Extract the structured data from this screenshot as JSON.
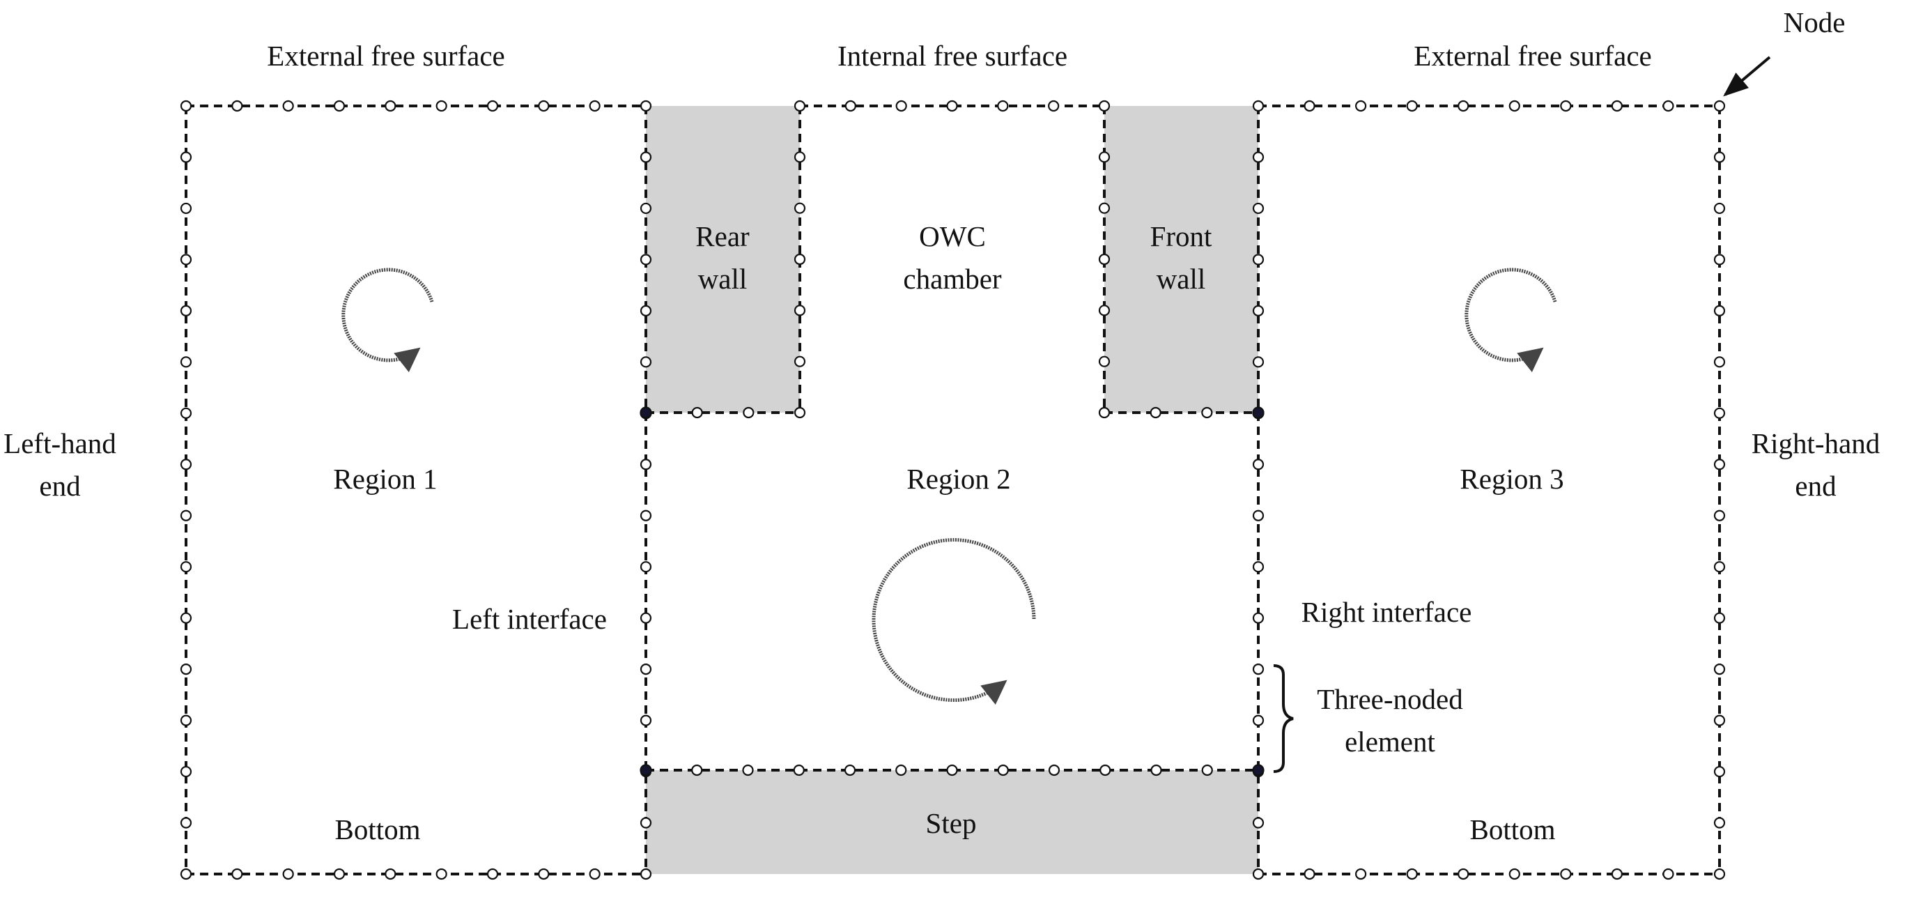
{
  "labels": {
    "ext_free_surface_left": "External free surface",
    "int_free_surface": "Internal free surface",
    "ext_free_surface_right": "External free surface",
    "node": "Node",
    "rear_wall_1": "Rear",
    "rear_wall_2": "wall",
    "owc_1": "OWC",
    "owc_2": "chamber",
    "front_wall_1": "Front",
    "front_wall_2": "wall",
    "left_end_1": "Left-hand",
    "left_end_2": "end",
    "right_end_1": "Right-hand",
    "right_end_2": "end",
    "region1": "Region 1",
    "region2": "Region 2",
    "region3": "Region 3",
    "left_interface": "Left interface",
    "right_interface": "Right interface",
    "three_noded_1": "Three-noded",
    "three_noded_2": "element",
    "bottom_left": "Bottom",
    "bottom_right": "Bottom",
    "step": "Step"
  },
  "colors": {
    "line": "#111111",
    "wall_fill": "#d3d3d3",
    "arrow": "#444444",
    "node_open": "#ffffff",
    "node_solid": "#151530"
  },
  "icons": {
    "circulation": "clockwise-circular-arrow-icon",
    "node_open": "hollow-circle-node",
    "node_solid": "filled-circle-corner-node"
  }
}
